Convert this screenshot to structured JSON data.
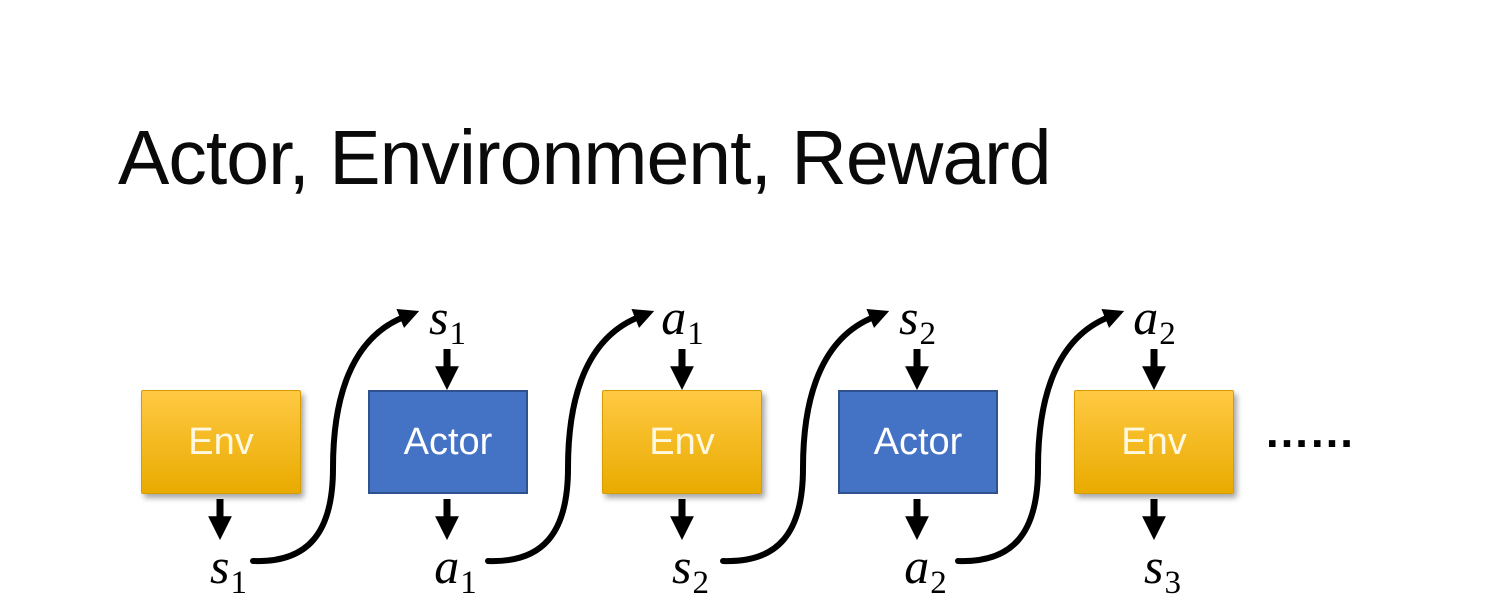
{
  "title": "Actor, Environment, Reward",
  "colors": {
    "ink": "#000000",
    "env-top": "#FFC943",
    "env-bottom": "#E9AB00",
    "env-border": "#D79D00",
    "env-text": "#FFF8E1",
    "actor-fill": "#4472C4",
    "actor-border": "#2F528F",
    "actor-text": "#FFFFFF",
    "title-color": "#0A0A0A",
    "background": "#FFFFFF"
  },
  "diagram": {
    "boxes": [
      {
        "label": "Env",
        "type": "env"
      },
      {
        "label": "Actor",
        "type": "actor"
      },
      {
        "label": "Env",
        "type": "env"
      },
      {
        "label": "Actor",
        "type": "actor"
      },
      {
        "label": "Env",
        "type": "env"
      }
    ],
    "top_labels": [
      {
        "main": "s",
        "sub": "1"
      },
      {
        "main": "a",
        "sub": "1"
      },
      {
        "main": "s",
        "sub": "2"
      },
      {
        "main": "a",
        "sub": "2"
      }
    ],
    "bottom_labels": [
      {
        "main": "s",
        "sub": "1"
      },
      {
        "main": "a",
        "sub": "1"
      },
      {
        "main": "s",
        "sub": "2"
      },
      {
        "main": "a",
        "sub": "2"
      },
      {
        "main": "s",
        "sub": "3"
      }
    ],
    "ellipsis": "……"
  }
}
